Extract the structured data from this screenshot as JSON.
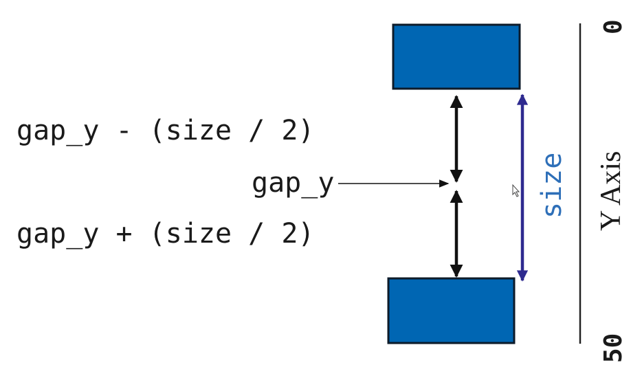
{
  "labels": {
    "top_expression": "gap_y - (size / 2)",
    "gap_label": "gap_y",
    "bottom_expression": "gap_y + (size / 2)",
    "size_label": "size",
    "axis_title": "Y Axis",
    "tick_start": "0",
    "tick_end": "50"
  },
  "colors": {
    "block_fill": "#0066b3",
    "block_stroke": "#0d1b2a",
    "arrow": "#111111",
    "size_arrow": "#2e2a8f",
    "size_text": "#2e6fb8",
    "axis_line": "#222222"
  }
}
